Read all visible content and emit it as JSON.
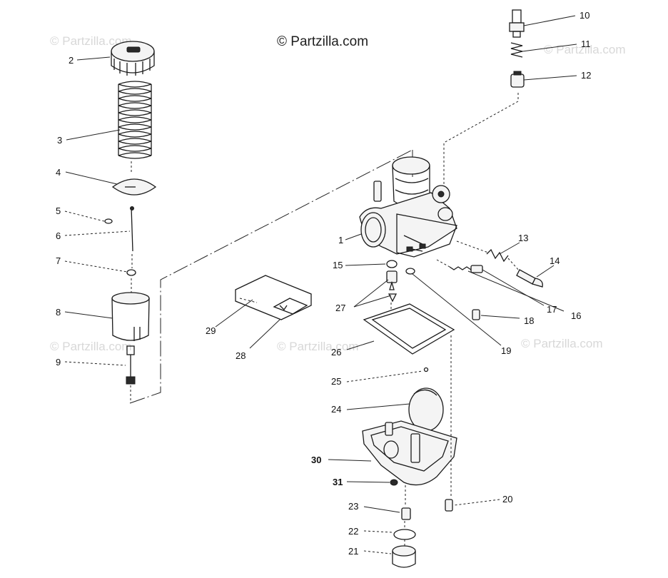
{
  "watermarks": {
    "main": "© Partzilla.com",
    "faint": "© Partzilla.com"
  },
  "callouts": [
    {
      "id": "1",
      "text": "1"
    },
    {
      "id": "2",
      "text": "2"
    },
    {
      "id": "3",
      "text": "3"
    },
    {
      "id": "4",
      "text": "4"
    },
    {
      "id": "5",
      "text": "5"
    },
    {
      "id": "6",
      "text": "6"
    },
    {
      "id": "7",
      "text": "7"
    },
    {
      "id": "8",
      "text": "8"
    },
    {
      "id": "9",
      "text": "9"
    },
    {
      "id": "10",
      "text": "10"
    },
    {
      "id": "11",
      "text": "11"
    },
    {
      "id": "12",
      "text": "12"
    },
    {
      "id": "13",
      "text": "13"
    },
    {
      "id": "14",
      "text": "14"
    },
    {
      "id": "15",
      "text": "15"
    },
    {
      "id": "16",
      "text": "16"
    },
    {
      "id": "17",
      "text": "17"
    },
    {
      "id": "18",
      "text": "18"
    },
    {
      "id": "19",
      "text": "19"
    },
    {
      "id": "20",
      "text": "20"
    },
    {
      "id": "21",
      "text": "21"
    },
    {
      "id": "22",
      "text": "22"
    },
    {
      "id": "23",
      "text": "23"
    },
    {
      "id": "24",
      "text": "24"
    },
    {
      "id": "25",
      "text": "25"
    },
    {
      "id": "26",
      "text": "26"
    },
    {
      "id": "27",
      "text": "27"
    },
    {
      "id": "28",
      "text": "28"
    },
    {
      "id": "29",
      "text": "29"
    },
    {
      "id": "30",
      "text": "30"
    },
    {
      "id": "31",
      "text": "31"
    }
  ]
}
